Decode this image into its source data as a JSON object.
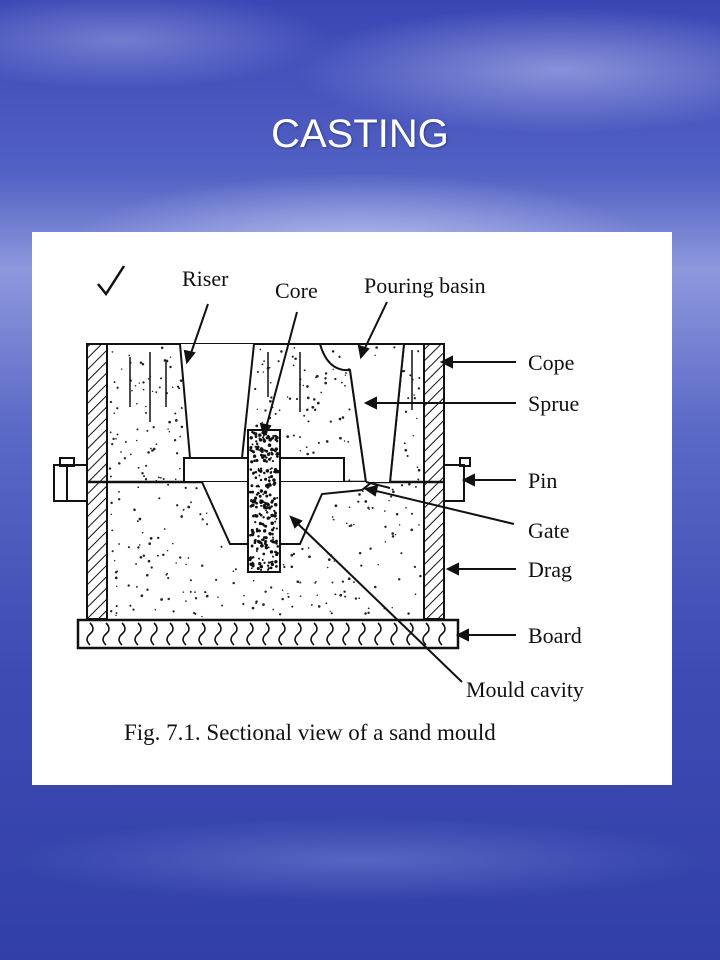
{
  "slide": {
    "title": "CASTING"
  },
  "figure": {
    "caption": "Fig. 7.1. Sectional view of a sand mould",
    "labels": {
      "riser": "Riser",
      "core": "Core",
      "pouring_basin": "Pouring basin",
      "cope": "Cope",
      "sprue": "Sprue",
      "pin": "Pin",
      "gate": "Gate",
      "drag": "Drag",
      "board": "Board",
      "mould_cavity": "Mould cavity"
    }
  },
  "colors": {
    "slide_background": "#3d4bb3",
    "title_text": "#ffffff",
    "panel": "#ffffff",
    "ink": "#111111"
  }
}
